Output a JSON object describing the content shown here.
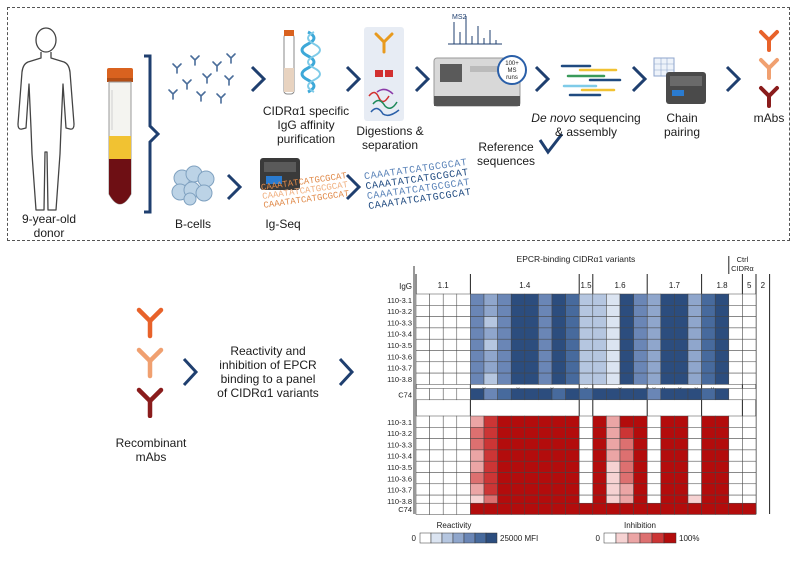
{
  "workflow": {
    "donor_label": "9-year-old\ndonor",
    "bcells_label": "B-cells",
    "igseq_label": "Ig-Seq",
    "purification_label": "CIDRα1 specific\nIgG affinity\npurification",
    "digestion_label": "Digestions &\nseparation",
    "ms_label": "MS2",
    "ms_runs_label": "100+ MS\nruns",
    "reference_label": "Reference\nsequences",
    "denovo_italic": "De novo",
    "denovo_rest": " sequencing\n& assembly",
    "chain_label": "Chain\npairing",
    "mabs_label": "mAbs",
    "sequence_text": "CAAATATCATGCGCAT"
  },
  "lower": {
    "recombinant_label": "Recombinant\nmAbs",
    "assay_label": "Reactivity and\ninhibition of EPCR\nbinding to a panel\nof CIDRα1 variants"
  },
  "heatmap": {
    "title": "EPCR-binding CIDRα1 variants",
    "ctrl_label": "Ctrl\nCIDRα",
    "igg_header": "IgG",
    "groups": [
      {
        "label": "1.1",
        "cols": 4
      },
      {
        "label": "1.4",
        "cols": 8
      },
      {
        "label": "1.5",
        "cols": 1
      },
      {
        "label": "1.6",
        "cols": 4
      },
      {
        "label": "1.7",
        "cols": 4
      },
      {
        "label": "1.8",
        "cols": 3
      },
      {
        "label": "5",
        "cols": 1
      },
      {
        "label": "2",
        "cols": 1
      }
    ],
    "rows": [
      "110-3.1",
      "110-3.2",
      "110-3.3",
      "110-3.4",
      "110-3.5",
      "110-3.6",
      "110-3.7",
      "110-3.8"
    ],
    "control_row": "C74",
    "x_marks": [
      10,
      13,
      16,
      19,
      22,
      25,
      28,
      29,
      30,
      31,
      32
    ],
    "x_char": "x",
    "reactivity_label": "Reactivity",
    "inhibition_label": "Inhibition",
    "reactivity_min": "0",
    "reactivity_max": "25000 MFI",
    "inhibition_min": "0",
    "inhibition_max": "100%",
    "reactivity_colors": [
      "#ffffff",
      "#dbe4f1",
      "#b5c6e0",
      "#8fa6cc",
      "#6a86b6",
      "#476a9d",
      "#2c4d7e"
    ],
    "inhibition_colors": [
      "#ffffff",
      "#f6d2d2",
      "#eba5a5",
      "#dd7070",
      "#cc3535",
      "#b30c0c"
    ],
    "reactivity_matrix": [
      [
        0,
        0,
        0,
        0,
        4,
        3,
        4,
        6,
        6,
        4,
        6,
        5,
        2,
        2,
        1,
        6,
        4,
        3,
        6,
        6,
        3,
        5,
        6,
        0,
        0
      ],
      [
        0,
        0,
        0,
        0,
        4,
        3,
        4,
        6,
        6,
        4,
        6,
        5,
        2,
        2,
        1,
        6,
        4,
        3,
        6,
        6,
        3,
        5,
        6,
        0,
        0
      ],
      [
        0,
        0,
        0,
        0,
        4,
        2,
        4,
        6,
        6,
        4,
        6,
        5,
        2,
        2,
        1,
        6,
        4,
        3,
        6,
        6,
        3,
        5,
        6,
        0,
        0
      ],
      [
        0,
        0,
        0,
        0,
        4,
        3,
        4,
        6,
        6,
        4,
        6,
        5,
        2,
        2,
        1,
        6,
        4,
        3,
        6,
        6,
        3,
        5,
        6,
        0,
        0
      ],
      [
        0,
        0,
        0,
        0,
        4,
        2,
        4,
        6,
        6,
        4,
        6,
        5,
        2,
        2,
        1,
        6,
        4,
        3,
        6,
        6,
        3,
        5,
        6,
        0,
        0
      ],
      [
        0,
        0,
        0,
        0,
        4,
        3,
        4,
        6,
        6,
        4,
        6,
        5,
        2,
        2,
        1,
        6,
        4,
        3,
        6,
        6,
        3,
        5,
        6,
        0,
        0
      ],
      [
        0,
        0,
        0,
        0,
        4,
        3,
        4,
        6,
        6,
        4,
        6,
        5,
        2,
        2,
        1,
        6,
        4,
        3,
        6,
        6,
        3,
        5,
        6,
        0,
        0
      ],
      [
        0,
        0,
        0,
        0,
        4,
        2,
        4,
        6,
        6,
        4,
        6,
        5,
        2,
        2,
        1,
        6,
        4,
        3,
        6,
        6,
        3,
        5,
        6,
        0,
        0
      ]
    ],
    "reactivity_control": [
      0,
      0,
      0,
      0,
      6,
      4,
      5,
      6,
      6,
      6,
      5,
      6,
      5,
      6,
      6,
      6,
      6,
      4,
      6,
      6,
      6,
      5,
      6,
      0,
      0
    ],
    "inhibition_matrix": [
      [
        0,
        0,
        0,
        0,
        2,
        4,
        5,
        5,
        5,
        5,
        5,
        5,
        0,
        5,
        2,
        5,
        5,
        0,
        5,
        5,
        0,
        5,
        5,
        0,
        0
      ],
      [
        0,
        0,
        0,
        0,
        3,
        4,
        5,
        5,
        5,
        5,
        5,
        5,
        0,
        5,
        2,
        4,
        5,
        0,
        5,
        5,
        0,
        5,
        5,
        0,
        0
      ],
      [
        0,
        0,
        0,
        0,
        3,
        4,
        5,
        5,
        5,
        5,
        5,
        5,
        0,
        5,
        2,
        3,
        5,
        0,
        5,
        5,
        0,
        5,
        5,
        0,
        0
      ],
      [
        0,
        0,
        0,
        0,
        2,
        4,
        5,
        5,
        5,
        5,
        5,
        5,
        0,
        5,
        2,
        3,
        5,
        0,
        5,
        5,
        0,
        5,
        5,
        0,
        0
      ],
      [
        0,
        0,
        0,
        0,
        2,
        4,
        5,
        5,
        5,
        5,
        5,
        5,
        0,
        5,
        1,
        3,
        5,
        0,
        5,
        5,
        0,
        5,
        5,
        0,
        0
      ],
      [
        0,
        0,
        0,
        0,
        3,
        4,
        5,
        5,
        5,
        5,
        5,
        5,
        0,
        5,
        1,
        3,
        5,
        0,
        5,
        5,
        0,
        5,
        5,
        0,
        0
      ],
      [
        0,
        0,
        0,
        0,
        2,
        4,
        5,
        5,
        5,
        5,
        5,
        5,
        0,
        5,
        1,
        2,
        5,
        0,
        5,
        5,
        0,
        5,
        5,
        0,
        0
      ],
      [
        0,
        0,
        0,
        0,
        1,
        3,
        5,
        5,
        5,
        5,
        5,
        5,
        0,
        5,
        1,
        2,
        5,
        0,
        5,
        5,
        1,
        5,
        5,
        0,
        0
      ]
    ],
    "inhibition_control": [
      0,
      0,
      0,
      0,
      5,
      5,
      5,
      5,
      5,
      5,
      5,
      5,
      5,
      5,
      5,
      5,
      5,
      5,
      5,
      5,
      5,
      5,
      5,
      5,
      5
    ]
  }
}
